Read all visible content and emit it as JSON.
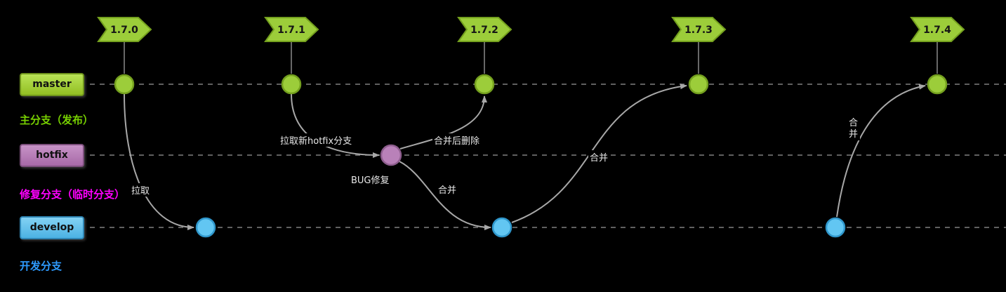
{
  "lanes": [
    {
      "name": "master",
      "box_label": "master",
      "sublabel": "主分支（发布）",
      "color": "#9acd32"
    },
    {
      "name": "hotfix",
      "box_label": "hotfix",
      "sublabel": "修复分支（临时分支）",
      "color": "#b77fb7"
    },
    {
      "name": "develop",
      "box_label": "develop",
      "sublabel": "开发分支",
      "color": "#5bc2f0"
    }
  ],
  "tags": [
    {
      "label": "1.7.0"
    },
    {
      "label": "1.7.1"
    },
    {
      "label": "1.7.2"
    },
    {
      "label": "1.7.3"
    },
    {
      "label": "1.7.4"
    }
  ],
  "edge_labels": {
    "pull": "拉取",
    "pull_hotfix": "拉取新hotfix分支",
    "bug_fix": "BUG修复",
    "merge_delete": "合并后删除",
    "merge_to_develop": "合并",
    "merge_to_master": "合并",
    "merge_to_master_2": "合并"
  },
  "colors": {
    "background": "#000000",
    "master_node": "#9ccd3a",
    "hotfix_node": "#b981b9",
    "develop_node": "#62c6f2",
    "edge": "#a8a8a8",
    "lane_line": "#808080",
    "master_text": "#77d000",
    "hotfix_text": "#ff00ff",
    "develop_text": "#2e9bff"
  }
}
